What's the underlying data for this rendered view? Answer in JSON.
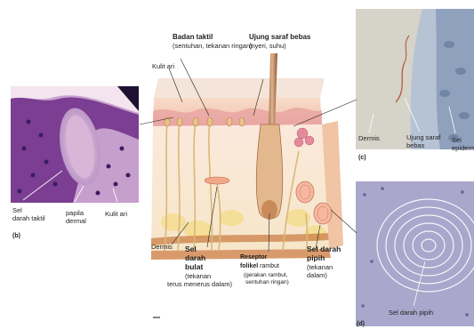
{
  "top_labels": {
    "badan_title": "Badan taktil",
    "badan_sub": "(sentuhan, tekanan ringan)",
    "ujung_title": "Ujung saraf bebas",
    "ujung_sub": "(nyeri, suhu)",
    "kulit_ari": "Kulit ari"
  },
  "panel_b": {
    "sel_darah_taktil": [
      "Sel",
      "darah taktil"
    ],
    "papila_dermal": [
      "papila",
      "dermal"
    ],
    "kulit_ari": "Kulit ari",
    "letter": "(b)"
  },
  "panel_c": {
    "dermis": "Dermis",
    "ujung_saraf": [
      "Ujung saraf",
      "bebas"
    ],
    "sel_epidermis": [
      "Sel",
      "epiderm"
    ],
    "letter": "(c)"
  },
  "panel_d": {
    "sel_darah_pipih": "Sel darah pipih",
    "letter": "(d)"
  },
  "bottom_labels": {
    "dermis": "Dermis",
    "sel_darah_bulat": [
      "Sel",
      "darah",
      "bulat"
    ],
    "sel_darah_bulat_sub": [
      "(tekanan",
      "terus menerus dalam)"
    ],
    "reseptor_title": "Reseptor",
    "reseptor_folikel_bold": "folikel",
    "reseptor_folikel_rest": " rambut",
    "reseptor_sub": [
      "(gerakan rambut,",
      "sentuhan ringan)"
    ],
    "pipih_title": [
      "Sel darah",
      "pipih"
    ],
    "pipih_sub": [
      "(tekanan",
      "dalam)"
    ]
  }
}
